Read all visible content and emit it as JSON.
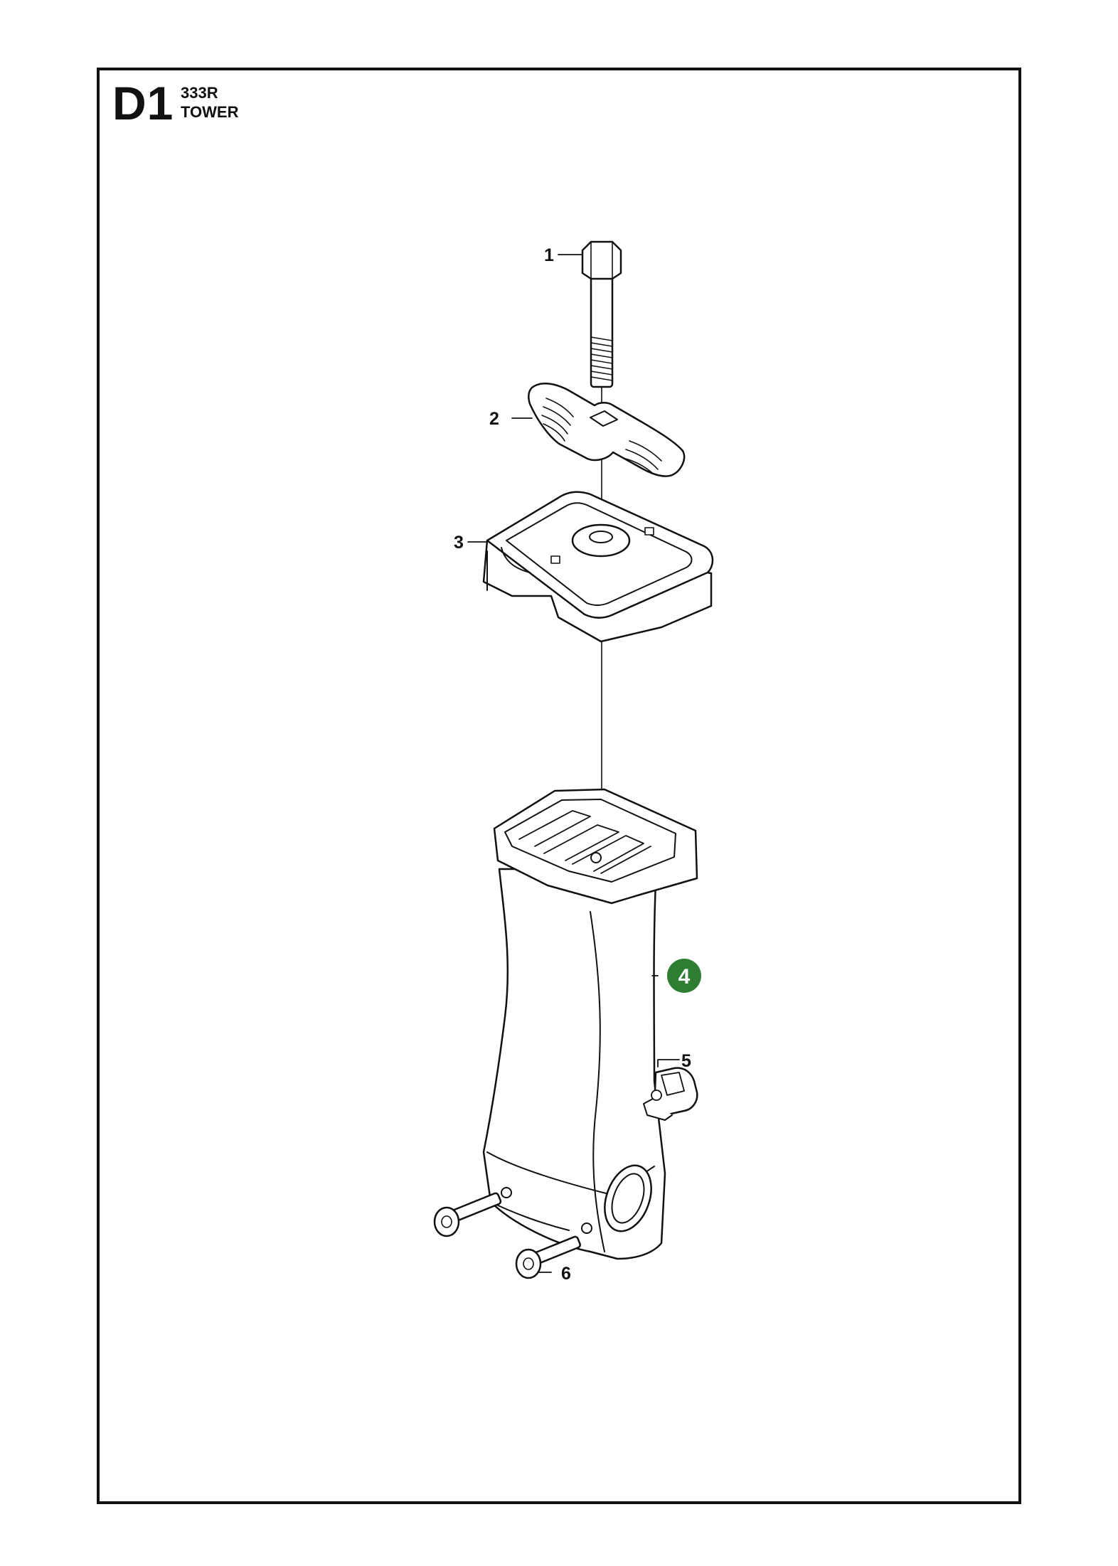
{
  "header": {
    "section_code": "D1",
    "model": "333R",
    "title": "TOWER"
  },
  "callouts": [
    {
      "id": "1",
      "text": "1",
      "highlighted": false
    },
    {
      "id": "2",
      "text": "2",
      "highlighted": false
    },
    {
      "id": "3",
      "text": "3",
      "highlighted": false
    },
    {
      "id": "4",
      "text": "4",
      "highlighted": true
    },
    {
      "id": "5",
      "text": "5",
      "highlighted": false
    },
    {
      "id": "6",
      "text": "6",
      "highlighted": false
    }
  ],
  "colors": {
    "highlight": "#2e7d32",
    "line": "#111111",
    "part_fill": "#ffffff"
  }
}
